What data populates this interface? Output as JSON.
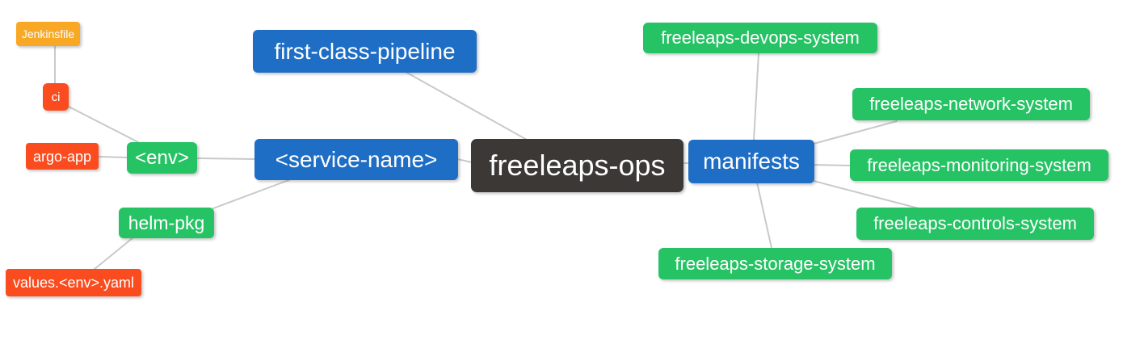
{
  "diagram": {
    "type": "mindmap",
    "root_label": "freeleaps-ops",
    "colors": {
      "blue": "#1f6ec5",
      "green": "#26c365",
      "red": "#fa4c1f",
      "amber": "#f8a824",
      "dark": "#3b3836",
      "edge": "#c9c9c9",
      "text": "#ffffff",
      "background": "#ffffff"
    },
    "nodes": [
      {
        "id": "jenkinsfile",
        "label": "Jenkinsfile",
        "color": "amber"
      },
      {
        "id": "ci",
        "label": "ci",
        "color": "red"
      },
      {
        "id": "argo-app",
        "label": "argo-app",
        "color": "red"
      },
      {
        "id": "env",
        "label": "<env>",
        "color": "green"
      },
      {
        "id": "helm-pkg",
        "label": "helm-pkg",
        "color": "green"
      },
      {
        "id": "values-env-yaml",
        "label": "values.<env>.yaml",
        "color": "red"
      },
      {
        "id": "first-class-pipeline",
        "label": "first-class-pipeline",
        "color": "blue"
      },
      {
        "id": "service-name",
        "label": "<service-name>",
        "color": "blue"
      },
      {
        "id": "freeleaps-ops",
        "label": "freeleaps-ops",
        "color": "dark"
      },
      {
        "id": "manifests",
        "label": "manifests",
        "color": "blue"
      },
      {
        "id": "freeleaps-devops-system",
        "label": "freeleaps-devops-system",
        "color": "green"
      },
      {
        "id": "freeleaps-network-system",
        "label": "freeleaps-network-system",
        "color": "green"
      },
      {
        "id": "freeleaps-monitoring-system",
        "label": "freeleaps-monitoring-system",
        "color": "green"
      },
      {
        "id": "freeleaps-controls-system",
        "label": "freeleaps-controls-system",
        "color": "green"
      },
      {
        "id": "freeleaps-storage-system",
        "label": "freeleaps-storage-system",
        "color": "green"
      }
    ],
    "edges": [
      [
        "jenkinsfile",
        "ci"
      ],
      [
        "ci",
        "env"
      ],
      [
        "argo-app",
        "env"
      ],
      [
        "env",
        "service-name"
      ],
      [
        "service-name",
        "helm-pkg"
      ],
      [
        "helm-pkg",
        "values-env-yaml"
      ],
      [
        "first-class-pipeline",
        "freeleaps-ops"
      ],
      [
        "service-name",
        "freeleaps-ops"
      ],
      [
        "freeleaps-ops",
        "manifests"
      ],
      [
        "manifests",
        "freeleaps-devops-system"
      ],
      [
        "manifests",
        "freeleaps-network-system"
      ],
      [
        "manifests",
        "freeleaps-monitoring-system"
      ],
      [
        "manifests",
        "freeleaps-controls-system"
      ],
      [
        "manifests",
        "freeleaps-storage-system"
      ]
    ]
  }
}
